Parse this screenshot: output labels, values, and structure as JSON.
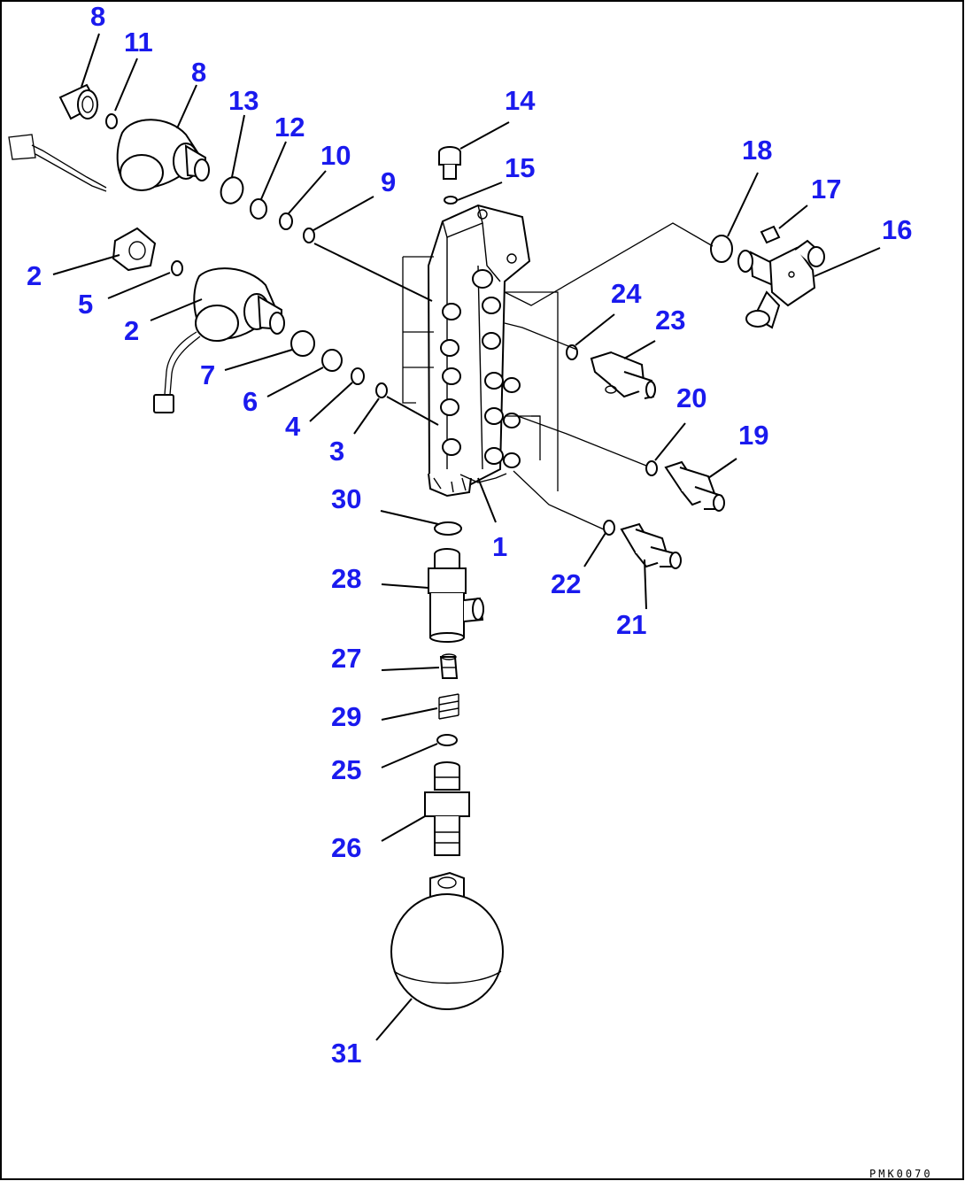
{
  "diagram": {
    "code": "PMK0070",
    "callouts": [
      {
        "id": "c8a",
        "label": "8"
      },
      {
        "id": "c11",
        "label": "11"
      },
      {
        "id": "c8b",
        "label": "8"
      },
      {
        "id": "c13",
        "label": "13"
      },
      {
        "id": "c12",
        "label": "12"
      },
      {
        "id": "c10",
        "label": "10"
      },
      {
        "id": "c9",
        "label": "9"
      },
      {
        "id": "c14",
        "label": "14"
      },
      {
        "id": "c15",
        "label": "15"
      },
      {
        "id": "c18",
        "label": "18"
      },
      {
        "id": "c17",
        "label": "17"
      },
      {
        "id": "c16",
        "label": "16"
      },
      {
        "id": "c2a",
        "label": "2"
      },
      {
        "id": "c5",
        "label": "5"
      },
      {
        "id": "c2b",
        "label": "2"
      },
      {
        "id": "c7",
        "label": "7"
      },
      {
        "id": "c6",
        "label": "6"
      },
      {
        "id": "c4",
        "label": "4"
      },
      {
        "id": "c3",
        "label": "3"
      },
      {
        "id": "c24",
        "label": "24"
      },
      {
        "id": "c23",
        "label": "23"
      },
      {
        "id": "c20",
        "label": "20"
      },
      {
        "id": "c19",
        "label": "19"
      },
      {
        "id": "c30",
        "label": "30"
      },
      {
        "id": "c1",
        "label": "1"
      },
      {
        "id": "c22",
        "label": "22"
      },
      {
        "id": "c21",
        "label": "21"
      },
      {
        "id": "c28",
        "label": "28"
      },
      {
        "id": "c27",
        "label": "27"
      },
      {
        "id": "c29",
        "label": "29"
      },
      {
        "id": "c25",
        "label": "25"
      },
      {
        "id": "c26",
        "label": "26"
      },
      {
        "id": "c31",
        "label": "31"
      }
    ]
  }
}
